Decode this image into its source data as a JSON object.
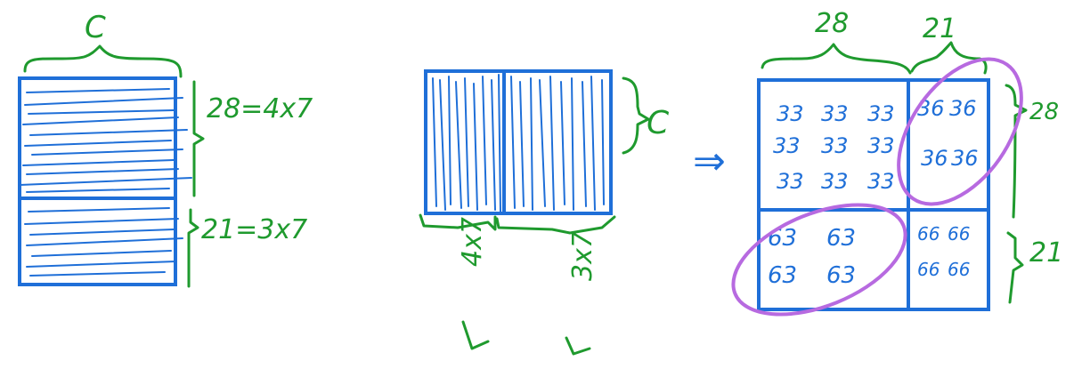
{
  "colors": {
    "blue": "#1f6fd8",
    "green": "#1f9a2e",
    "purple": "#b76ae0"
  },
  "left_matrix": {
    "top_label": "C",
    "upper_label": "28=4x7",
    "lower_label": "21=3x7"
  },
  "middle_matrix": {
    "side_label": "C",
    "bottom_left_label": "4x7",
    "bottom_right_label": "3x7"
  },
  "arrow": {
    "symbol": "⇒"
  },
  "result_matrix": {
    "top_left_label": "28",
    "top_right_label": "21",
    "right_top_label": "28",
    "right_bottom_label": "21",
    "top_left_block": [
      [
        "33",
        "33",
        "33"
      ],
      [
        "33",
        "33",
        "33"
      ],
      [
        "33",
        "33",
        "33"
      ]
    ],
    "top_right_block": [
      [
        "36",
        "36"
      ],
      [
        "36",
        "36"
      ]
    ],
    "bottom_left_block": [
      [
        "63",
        "63"
      ],
      [
        "63",
        "63"
      ]
    ],
    "bottom_right_block": [
      [
        "66",
        "66"
      ],
      [
        "66",
        "66"
      ]
    ]
  }
}
